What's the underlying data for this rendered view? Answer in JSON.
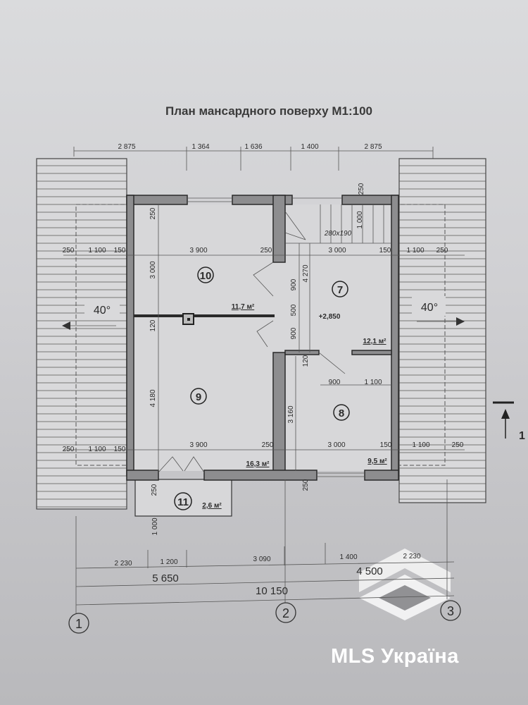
{
  "title": "План мансардного поверху М1:100",
  "dims_top": [
    "2 875",
    "1 364",
    "1 636",
    "1 400",
    "2 875"
  ],
  "dims_row1": [
    "250",
    "1 100",
    "150",
    "3 900",
    "250",
    "3 000",
    "150",
    "1 100",
    "250"
  ],
  "dims_row2": [
    "250",
    "1 100",
    "150",
    "3 900",
    "250",
    "3 000",
    "150",
    "1 100",
    "250"
  ],
  "dims_vertical": [
    "250",
    "3 000",
    "120",
    "4 180",
    "900",
    "500",
    "900",
    "4 270",
    "120",
    "3 160",
    "250",
    "1 000",
    "250",
    "250",
    "1 000"
  ],
  "dims_inner": [
    "900",
    "1 100"
  ],
  "stair_label": "280x190",
  "level_mark": "+2,850",
  "roof_slope_left": "40°",
  "roof_slope_right": "40°",
  "rooms": [
    {
      "number": "10",
      "area": "11,7 м²"
    },
    {
      "number": "7",
      "area": "12,1 м²"
    },
    {
      "number": "9",
      "area": "16,3 м²"
    },
    {
      "number": "8",
      "area": "9,5 м²"
    },
    {
      "number": "11",
      "area": "2,6 м²"
    }
  ],
  "dims_bottom": [
    "2 230",
    "1 200",
    "3 090",
    "1 400",
    "2 230"
  ],
  "dims_bottom_total": [
    "5 650",
    "4 500",
    "10 150"
  ],
  "axes": [
    "1",
    "2",
    "3"
  ],
  "section_mark": "1",
  "watermark": "MLS Україна",
  "colors": {
    "wall": "#8d8d8f",
    "paper": "#d0d0d3",
    "ink": "#2b2b2b",
    "brand": "#ffffff"
  }
}
